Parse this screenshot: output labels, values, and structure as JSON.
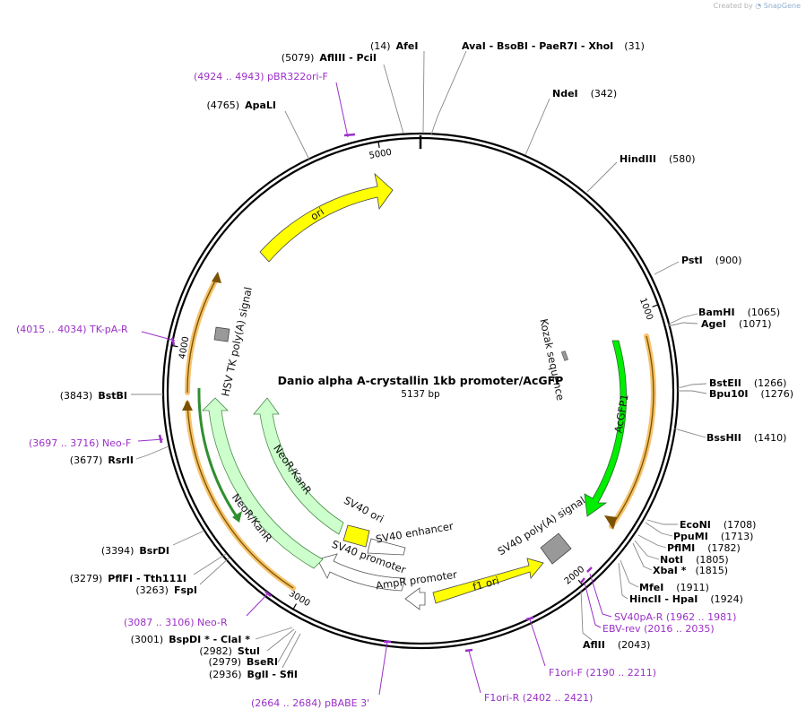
{
  "watermark": {
    "prefix": "Created by",
    "brand": "SnapGene"
  },
  "plasmid": {
    "name": "Danio alpha A-crystallin 1kb promoter/AcGFP",
    "length_label": "5137 bp",
    "length": 5137
  },
  "ticks": [
    {
      "pos": 1000,
      "label": "1000"
    },
    {
      "pos": 2000,
      "label": "2000"
    },
    {
      "pos": 3000,
      "label": "3000"
    },
    {
      "pos": 4000,
      "label": "4000"
    },
    {
      "pos": 5000,
      "label": "5000"
    }
  ],
  "enzymes": [
    {
      "pos_text": "(14)",
      "name": "AfeI"
    },
    {
      "name_text": "AvaI  - BsoBI  - PaeR7I  - XhoI",
      "pos_text": "(31)"
    },
    {
      "name": "NdeI",
      "pos_text": "(342)"
    },
    {
      "name": "HindIII",
      "pos_text": "(580)"
    },
    {
      "name": "PstI",
      "pos_text": "(900)"
    },
    {
      "name": "BamHI",
      "pos_text": "(1065)"
    },
    {
      "name": "AgeI",
      "pos_text": "(1071)"
    },
    {
      "name": "BstEII",
      "pos_text": "(1266)"
    },
    {
      "name": "Bpu10I",
      "pos_text": "(1276)"
    },
    {
      "name": "BssHII",
      "pos_text": "(1410)"
    },
    {
      "name": "EcoNI",
      "pos_text": "(1708)"
    },
    {
      "name": "PpuMI",
      "pos_text": "(1713)"
    },
    {
      "name": "PflMI",
      "pos_text": "(1782)"
    },
    {
      "name": "NotI",
      "pos_text": "(1805)"
    },
    {
      "name": "XbaI *",
      "pos_text": "(1815)"
    },
    {
      "name": "MfeI",
      "pos_text": "(1911)"
    },
    {
      "name": "HincII  - HpaI",
      "pos_text": "(1924)"
    },
    {
      "name": "AflII",
      "pos_text": "(2043)"
    },
    {
      "pos_text": "(2936)",
      "name": "BglI  - SfiI"
    },
    {
      "pos_text": "(2979)",
      "name": "BseRI"
    },
    {
      "pos_text": "(2982)",
      "name": "StuI"
    },
    {
      "pos_text": "(3001)",
      "name": "BspDI *  - ClaI *"
    },
    {
      "pos_text": "(3263)",
      "name": "FspI"
    },
    {
      "pos_text": "(3279)",
      "name": "PflFI  - Tth111I"
    },
    {
      "pos_text": "(3394)",
      "name": "BsrDI"
    },
    {
      "pos_text": "(3677)",
      "name": "RsrII"
    },
    {
      "pos_text": "(3843)",
      "name": "BstBI"
    },
    {
      "pos_text": "(4765)",
      "name": "ApaLI"
    },
    {
      "pos_text": "(5079)",
      "name": "AflIII  - PciI"
    }
  ],
  "primers": [
    {
      "text": "(4924 .. 4943)  pBR322ori-F"
    },
    {
      "text": "(4015 .. 4034)  TK-pA-R"
    },
    {
      "text": "(3697 .. 3716)  Neo-F"
    },
    {
      "text": "(3087 .. 3106)  Neo-R"
    },
    {
      "text": "(2664 .. 2684)  pBABE 3'"
    },
    {
      "text": "SV40pA-R    (1962 .. 1981)"
    },
    {
      "text": "EBV-rev    (2016 .. 2035)"
    },
    {
      "text": "F1ori-F    (2190 .. 2211)"
    },
    {
      "text": "F1ori-R    (2402 .. 2421)"
    }
  ],
  "features": [
    {
      "label": "ori",
      "color": "#ffff00"
    },
    {
      "label": "HSV TK poly(A) signal",
      "color": "#999999"
    },
    {
      "label": "Kozak sequence",
      "color": "#999999"
    },
    {
      "label": "AcGFP1",
      "color": "#00ee00"
    },
    {
      "label": "SV40 poly(A) signal",
      "color": "#999999"
    },
    {
      "label": "f1 ori",
      "color": "#ffff00"
    },
    {
      "label": "AmpR promoter",
      "color": "#ffffff"
    },
    {
      "label": "SV40 promoter",
      "color": "#ffffff"
    },
    {
      "label": "SV40 enhancer",
      "color": "#ffffff"
    },
    {
      "label": "SV40 ori",
      "color": "#ffff00"
    },
    {
      "label": "NeoR/KanR",
      "color": "#ccffcc"
    },
    {
      "label": "NeoR/KanR",
      "color": "#ccffcc"
    }
  ],
  "colors": {
    "primer": "#9b30c8",
    "orf": "#f5c26b",
    "backbone": "#000000"
  }
}
